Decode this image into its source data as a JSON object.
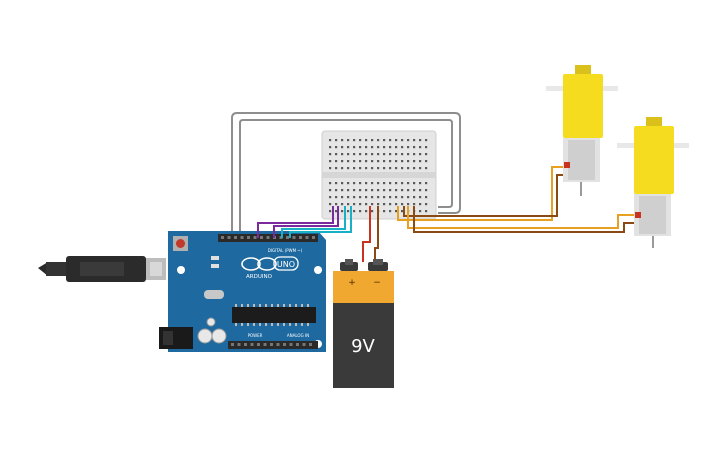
{
  "arduino": {
    "brand": "ARDUINO",
    "model": "UNO",
    "digital_label": "DIGITAL (PWM ~)",
    "power_label": "POWER",
    "analog_label": "ANALOG IN"
  },
  "battery": {
    "label": "9V",
    "plus": "+",
    "minus": "−"
  },
  "colors": {
    "board": "#1e6aa0",
    "battery_top": "#f0a830",
    "battery_body": "#3a3a3a",
    "motor": "#f5dc1e",
    "wire_gray": "#8e8e8e",
    "wire_purple": "#7a2a9c",
    "wire_cyan": "#1ab1c6",
    "wire_red": "#c8321e",
    "wire_orange": "#e8a020",
    "wire_brown": "#8a4a14"
  },
  "icons": [
    "usb-cable-icon",
    "reset-button-icon",
    "power-jack-icon",
    "microchip-icon"
  ]
}
